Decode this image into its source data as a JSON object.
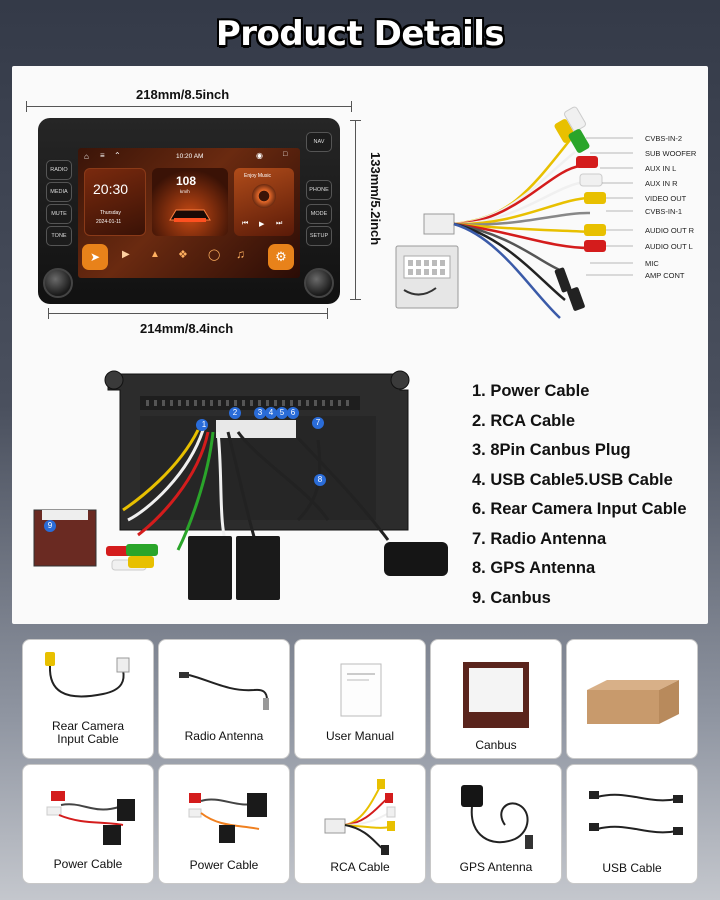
{
  "title": "Product Details",
  "dimensions": {
    "top_width": "218mm/8.5inch",
    "bottom_width": "214mm/8.4inch",
    "height": "133mm/5.2inch"
  },
  "head_unit": {
    "left_buttons": [
      "RADIO",
      "MEDIA",
      "MUTE",
      "TONE"
    ],
    "right_buttons": [
      "NAV",
      "PHONE",
      "MODE",
      "SETUP"
    ],
    "status_time": "10:20 AM",
    "clock_time": "20:30",
    "clock_day": "Thursday",
    "clock_date": "2024-01-11",
    "speed": "108",
    "speed_unit": "km/h",
    "music_label": "Enjoy Music"
  },
  "wire_labels": [
    "CVBS-IN-2",
    "SUB WOOFER",
    "AUX IN L",
    "AUX IN R",
    "VIDEO OUT",
    "CVBS-IN-1",
    "AUDIO OUT R",
    "AUDIO OUT L",
    "MIC",
    "AMP CONT"
  ],
  "back_markers": [
    "1",
    "2",
    "3",
    "4",
    "5",
    "6",
    "7",
    "8",
    "9"
  ],
  "parts_list": [
    "1. Power Cable",
    "2. RCA Cable",
    "3. 8Pin Canbus Plug",
    "4. USB Cable5.USB Cable",
    "6. Rear Camera Input Cable",
    "7. Radio Antenna",
    "8. GPS Antenna",
    "9. Canbus"
  ],
  "accessories_row1": [
    {
      "line1": "Rear Camera",
      "line2": "Input Cable"
    },
    {
      "line1": "Radio Antenna",
      "line2": ""
    },
    {
      "line1": "User Manual",
      "line2": ""
    },
    {
      "line1": "Canbus",
      "line2": ""
    },
    {
      "line1": "",
      "line2": ""
    }
  ],
  "accessories_row2": [
    {
      "line1": "Power Cable"
    },
    {
      "line1": "Power Cable"
    },
    {
      "line1": "RCA Cable"
    },
    {
      "line1": "GPS Antenna"
    },
    {
      "line1": "USB Cable"
    }
  ],
  "colors": {
    "title_text": "#ffffff",
    "rca_yellow": "#e8c000",
    "rca_red": "#d41c1c",
    "rca_white": "#f0f0f0",
    "rca_green": "#2aa52a",
    "screen_accent": "#e85a1a"
  }
}
